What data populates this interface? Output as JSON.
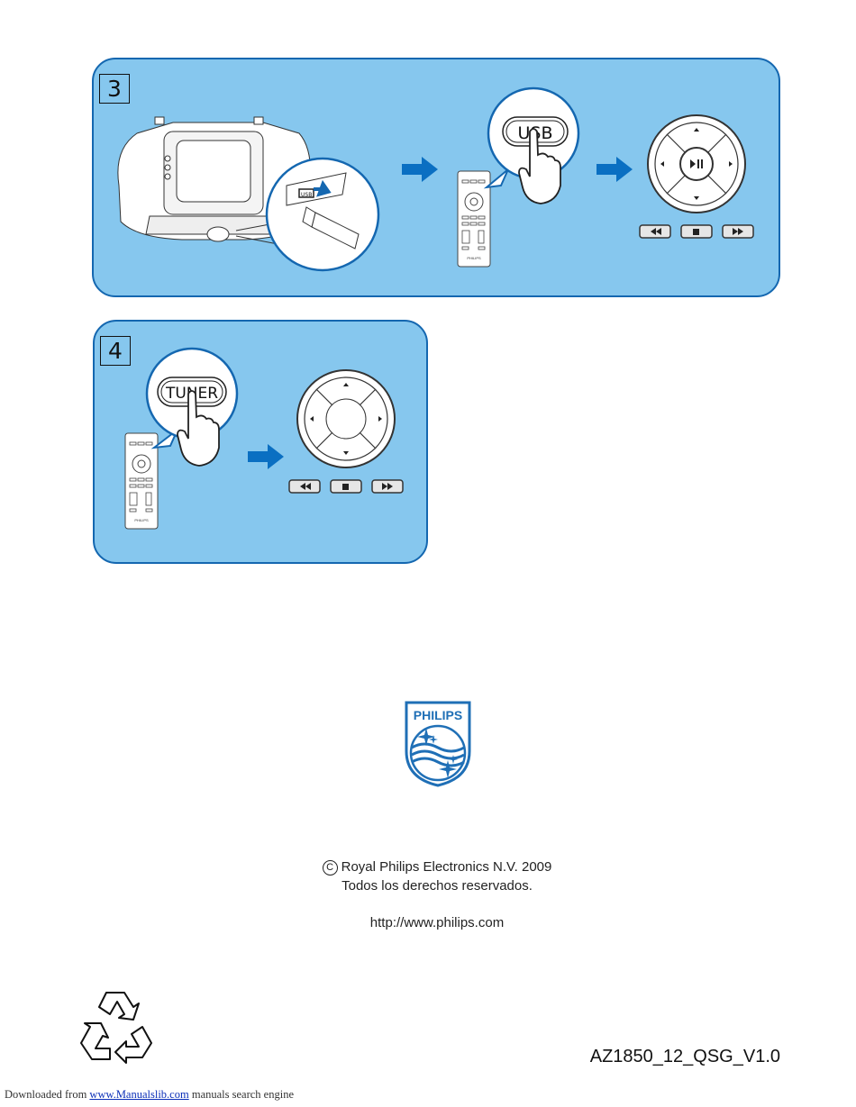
{
  "steps": [
    {
      "number": "3",
      "button_label": "USB"
    },
    {
      "number": "4",
      "button_label": "TUNER"
    }
  ],
  "device_labels": {
    "remote_brand": "PHILIPS",
    "usb_port": "USB"
  },
  "logo": {
    "text": "PHILIPS"
  },
  "footer": {
    "copyright_symbol": "C",
    "copyright": "Royal Philips Electronics N.V. 2009",
    "rights": "Todos los derechos reservados.",
    "website": "http://www.philips.com",
    "doc_code": "AZ1850_12_QSG_V1.0"
  },
  "download_note": {
    "prefix": "Downloaded from",
    "link_text": "www.Manualslib.com",
    "suffix": "manuals search engine"
  },
  "colors": {
    "panel_fill": "#86c7ee",
    "panel_border": "#1467b0",
    "arrow": "#0a6fc2",
    "logo_blue": "#1f6fb6"
  },
  "icons": [
    "arrow-right-icon",
    "hand-press-icon",
    "remote-control-icon",
    "navigation-pad-icon",
    "recycle-icon",
    "philips-shield-logo"
  ]
}
